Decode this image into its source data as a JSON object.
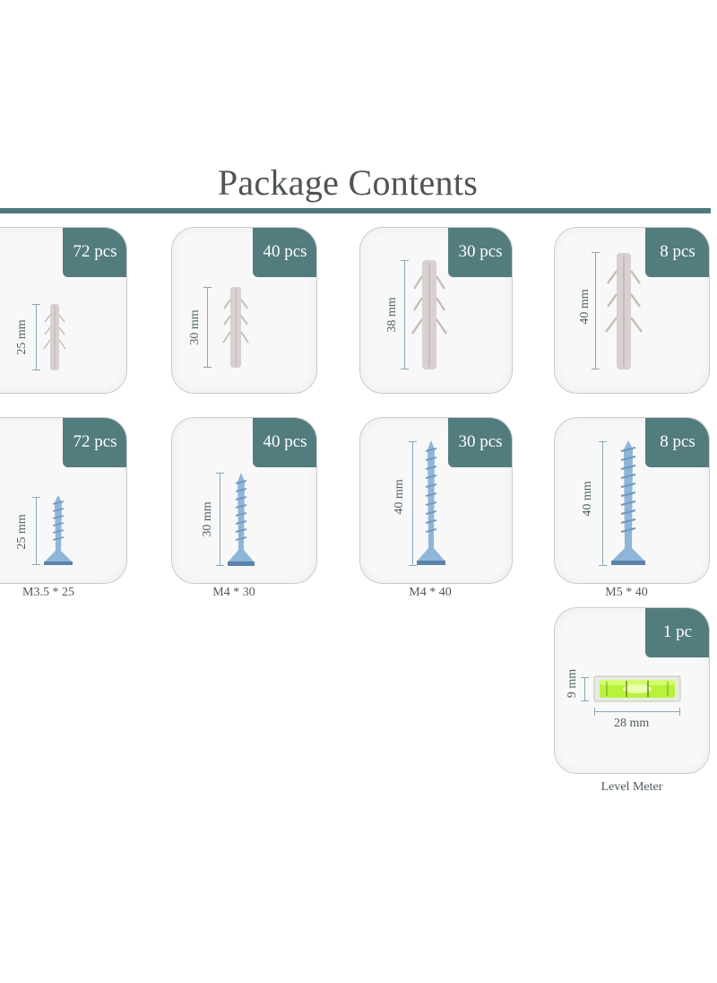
{
  "title": "Package Contents",
  "colors": {
    "accent": "#537c7e",
    "anchor": "#d9d0d0",
    "screw": "#8fb6d9",
    "level": "#b8f23a"
  },
  "anchors": [
    {
      "qty": "72 pcs",
      "size": "25 mm"
    },
    {
      "qty": "40 pcs",
      "size": "30 mm"
    },
    {
      "qty": "30 pcs",
      "size": "38 mm"
    },
    {
      "qty": "8 pcs",
      "size": "40 mm"
    }
  ],
  "screws": [
    {
      "qty": "72 pcs",
      "size": "25 mm",
      "caption": "M3.5 * 25"
    },
    {
      "qty": "40 pcs",
      "size": "30 mm",
      "caption": "M4 * 30"
    },
    {
      "qty": "30 pcs",
      "size": "40 mm",
      "caption": "M4 * 40"
    },
    {
      "qty": "8 pcs",
      "size": "40 mm",
      "caption": "M5 * 40"
    }
  ],
  "level": {
    "qty": "1 pc",
    "height": "9 mm",
    "width": "28 mm",
    "caption": "Level Meter"
  }
}
